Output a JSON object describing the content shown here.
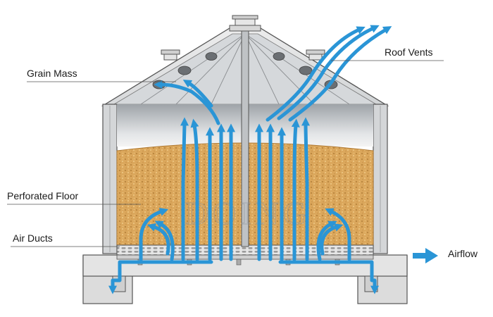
{
  "labels": {
    "grain_mass": "Grain Mass",
    "roof_vents": "Roof Vents",
    "perforated_floor": "Perforated Floor",
    "air_ducts": "Air Ducts",
    "airflow": "Airflow"
  },
  "watermark": "DOING",
  "colors": {
    "airflow": "#2a95d6",
    "grain": "#d9a55a",
    "steel": "#c9cccf",
    "outline": "#555555",
    "concrete": "#dcdcdc"
  },
  "icons": [
    "airflow-arrow-icon"
  ]
}
